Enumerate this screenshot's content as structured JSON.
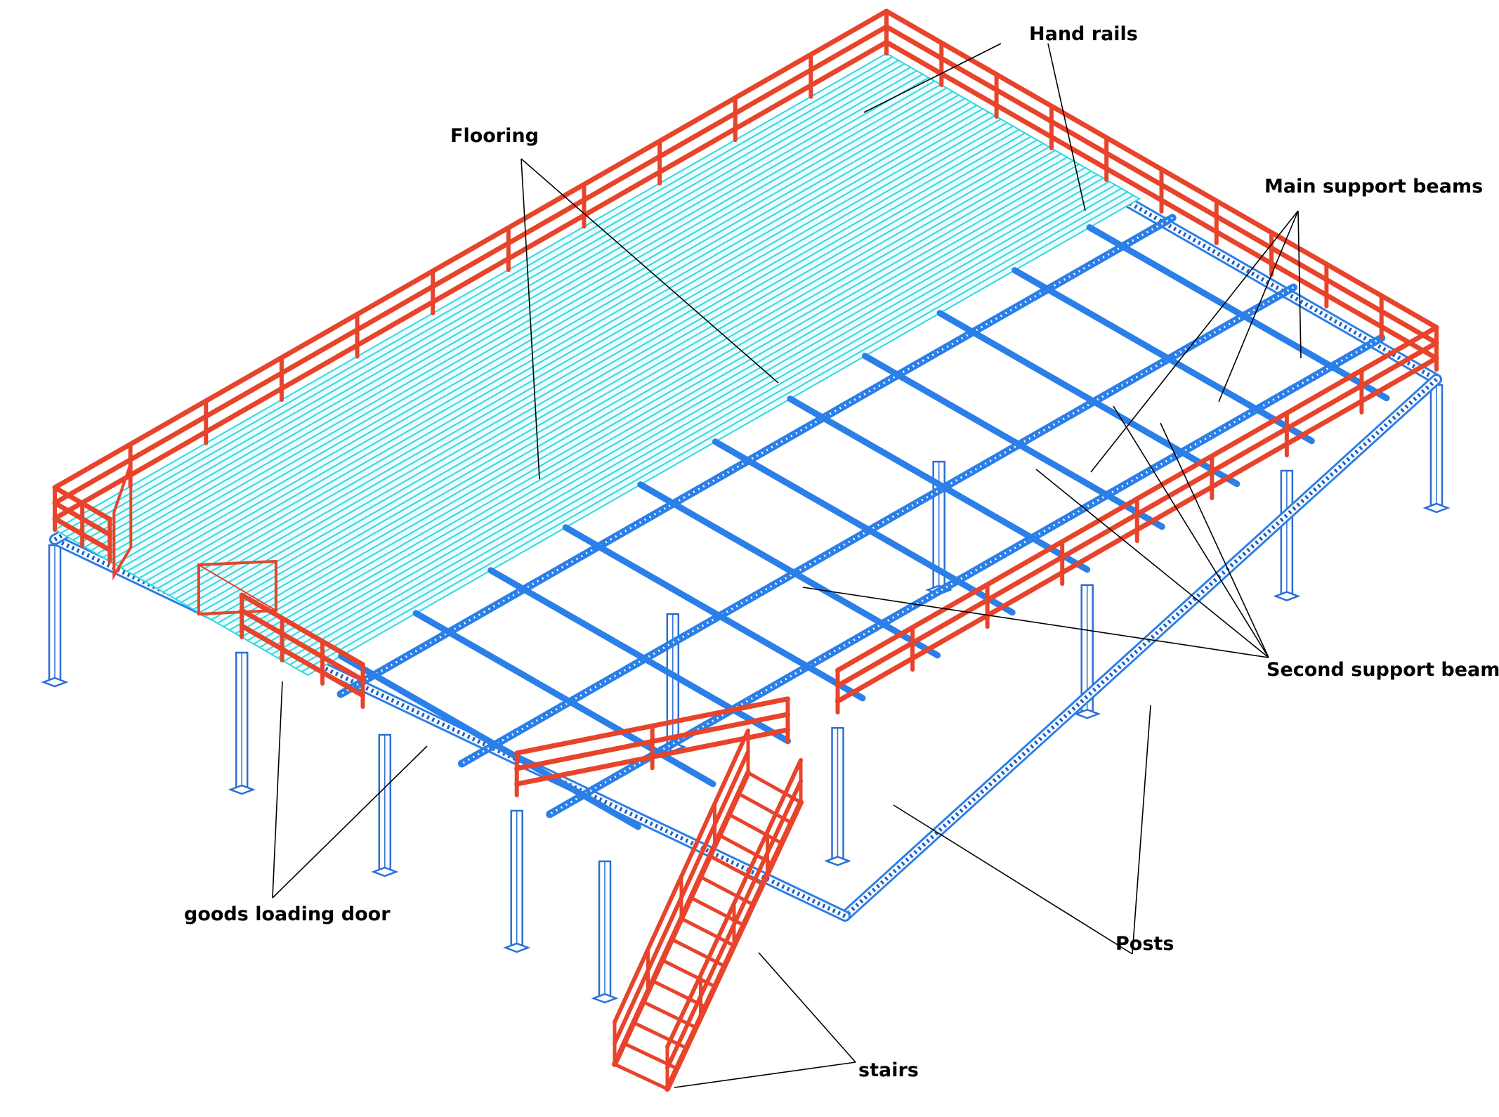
{
  "colors": {
    "handrail": "#e8432b",
    "beam": "#2b7fe8",
    "beam_dark": "#1f5fc4",
    "floor": "#33d6de",
    "floor_bg": "#ffffff",
    "post": "#2b6fd6",
    "leader": "#000000",
    "text": "#000000"
  },
  "labels": {
    "hand_rails": "Hand rails",
    "flooring": "Flooring",
    "main_support_beams": "Main support beams",
    "second_support_beams": "Second support beams",
    "posts": "Posts",
    "goods_loading_door": "goods loading door",
    "stairs": "stairs"
  }
}
